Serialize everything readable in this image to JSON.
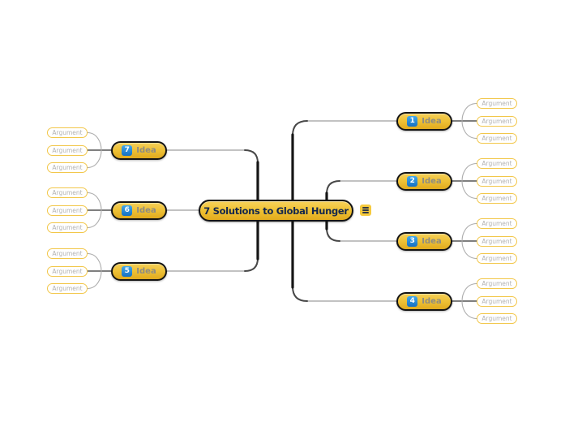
{
  "central": {
    "label": "7 Solutions to Global Hunger",
    "notes_icon": "notes-icon"
  },
  "branches": {
    "right": [
      {
        "number": "1",
        "label": "Idea",
        "arguments": [
          "Argument",
          "Argument",
          "Argument"
        ]
      },
      {
        "number": "2",
        "label": "Idea",
        "arguments": [
          "Argument",
          "Argument",
          "Argument"
        ]
      },
      {
        "number": "3",
        "label": "Idea",
        "arguments": [
          "Argument",
          "Argument",
          "Argument"
        ]
      },
      {
        "number": "4",
        "label": "Idea",
        "arguments": [
          "Argument",
          "Argument",
          "Argument"
        ]
      }
    ],
    "left": [
      {
        "number": "7",
        "label": "Idea",
        "arguments": [
          "Argument",
          "Argument",
          "Argument"
        ]
      },
      {
        "number": "6",
        "label": "Idea",
        "arguments": [
          "Argument",
          "Argument",
          "Argument"
        ]
      },
      {
        "number": "5",
        "label": "Idea",
        "arguments": [
          "Argument",
          "Argument",
          "Argument"
        ]
      }
    ]
  },
  "colors": {
    "background": "#FFFFFF",
    "node_gold": "#EFC234",
    "node_border": "#141414",
    "badge_blue": "#1C7FD0",
    "central_text": "#13264C",
    "idea_text": "#8E8C82",
    "argument_border": "#F2C74A",
    "argument_text": "#B2B2B2",
    "connector_dark": "#161616",
    "connector_light": "#9E9E9E",
    "notes_icon_bg": "#F6CA3E"
  }
}
